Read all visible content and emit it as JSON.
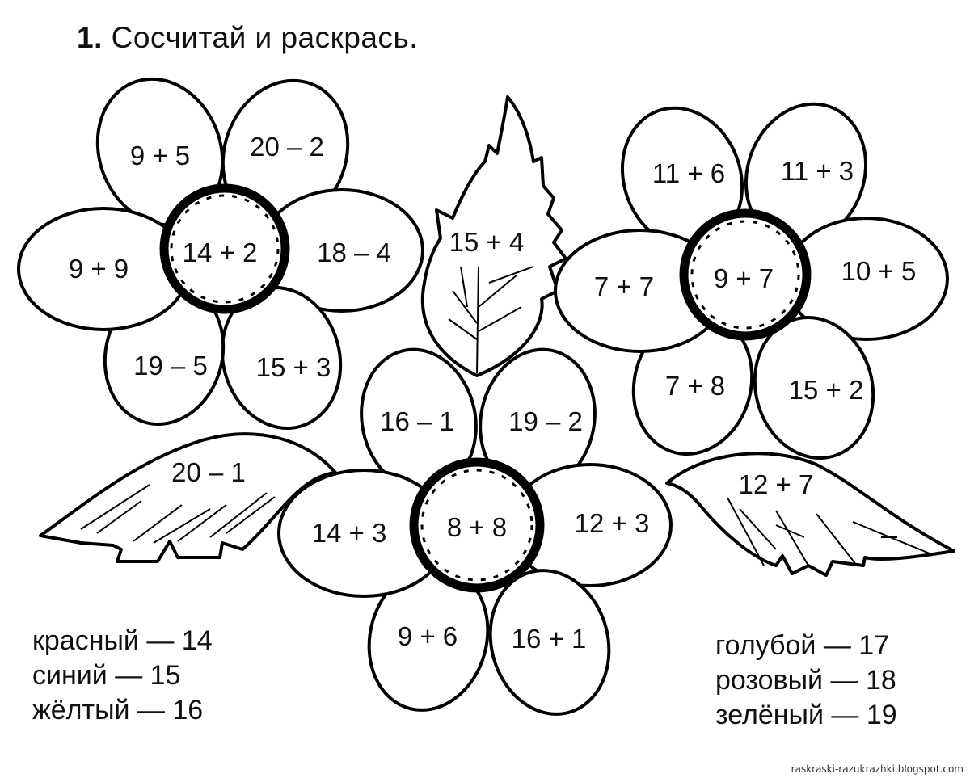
{
  "title": {
    "number": "1.",
    "text": "Сосчитай и раскрась."
  },
  "flowers": [
    {
      "id": "top-left",
      "center": "14 + 2",
      "petals": [
        "9 + 5",
        "20 – 2",
        "18 – 4",
        "15 + 3",
        "19 – 5",
        "9 + 9"
      ]
    },
    {
      "id": "top-right",
      "center": "9 + 7",
      "petals": [
        "11 + 6",
        "11 + 3",
        "10 + 5",
        "15 + 2",
        "7 + 8",
        "7 + 7"
      ]
    },
    {
      "id": "bottom-center",
      "center": "8 + 8",
      "petals": [
        "16 – 1",
        "19 – 2",
        "12 + 3",
        "16 + 1",
        "9 + 6",
        "14 + 3"
      ]
    }
  ],
  "leaves": [
    {
      "id": "top-leaf",
      "expr": "15 + 4"
    },
    {
      "id": "left-leaf",
      "expr": "20 – 1"
    },
    {
      "id": "right-leaf",
      "expr": "12 + 7"
    }
  ],
  "legend_left": [
    {
      "color": "красный",
      "value": "14",
      "text": "красный — 14"
    },
    {
      "color": "синий",
      "value": "15",
      "text": "синий — 15"
    },
    {
      "color": "жёлтый",
      "value": "16",
      "text": "жёлтый — 16"
    }
  ],
  "legend_right": [
    {
      "color": "голубой",
      "value": "17",
      "text": "голубой — 17"
    },
    {
      "color": "розовый",
      "value": "18",
      "text": "розовый — 18"
    },
    {
      "color": "зелёный",
      "value": "19",
      "text": "зелёный — 19"
    }
  ],
  "watermark": "raskraski-razukrazhki.blogspot.com"
}
